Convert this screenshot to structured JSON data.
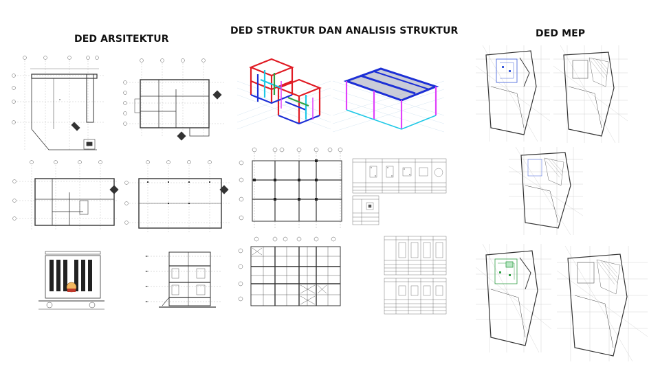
{
  "headings": {
    "arsitektur": "DED ARSITEKTUR",
    "struktur": "DED STRUKTUR DAN ANALISIS STRUKTUR",
    "mep": "DED MEP"
  },
  "colors": {
    "line": "#333333",
    "grid": "#9aa0a6",
    "struct_red": "#e01b24",
    "struct_blue": "#1c2fd6",
    "struct_magenta": "#e040fb",
    "struct_cyan": "#1ec8e6",
    "struct_green": "#2ea043",
    "mep_blue": "#3b5bdb",
    "mep_green": "#2f9e44"
  }
}
